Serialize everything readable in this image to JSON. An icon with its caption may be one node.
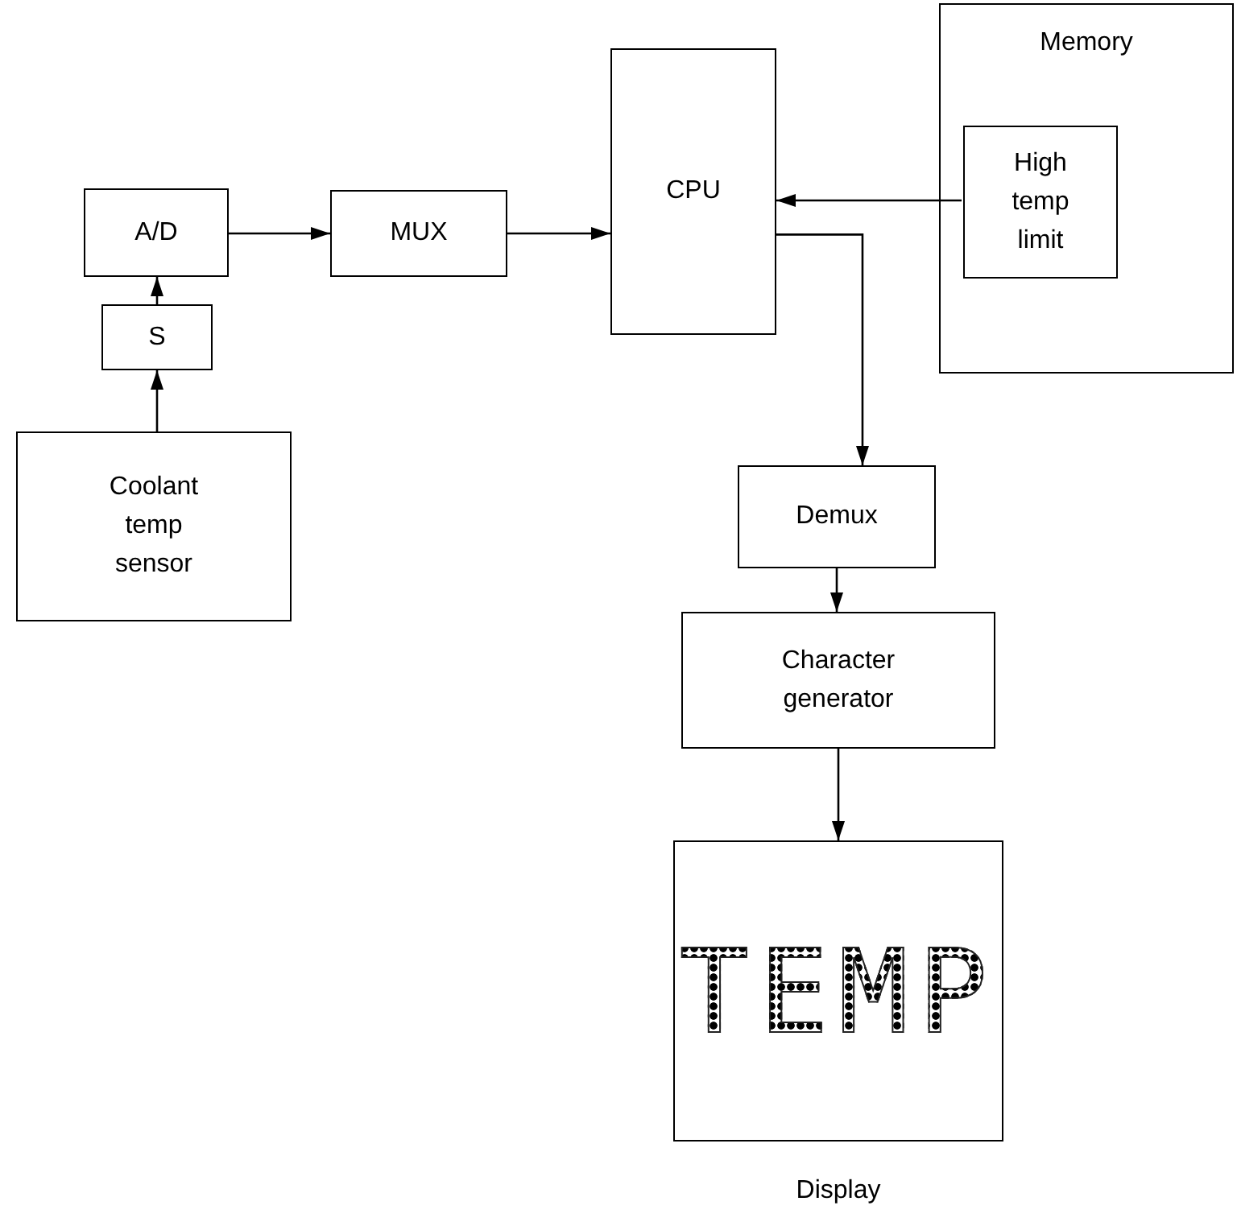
{
  "diagram": {
    "nodes": [
      {
        "text": [
          "A/D"
        ]
      },
      {
        "text": [
          "S"
        ]
      },
      {
        "text": [
          "Coolant temp sensor"
        ]
      },
      {
        "text": [
          "MUX"
        ]
      },
      {
        "text": [
          "CPU"
        ]
      },
      {
        "text": [
          "Memory"
        ]
      },
      {
        "text": [
          "High temp limit"
        ],
        "in": 5
      },
      {
        "text": [
          "Demux"
        ]
      },
      {
        "text": [
          "Character generator"
        ]
      },
      {
        "text": [
          "TEMP"
        ],
        "beside": [
          "Display"
        ]
      }
    ],
    "edges": [
      {
        "from": 2,
        "to": 1,
        "arrow": "to"
      },
      {
        "from": 1,
        "to": 0,
        "arrow": "to"
      },
      {
        "from": 0,
        "to": 3,
        "arrow": "to"
      },
      {
        "from": 3,
        "to": 4,
        "arrow": "to"
      },
      {
        "from": 6,
        "to": 4,
        "arrow": "to"
      },
      {
        "from": 4,
        "to": 7,
        "arrow": "to"
      },
      {
        "from": 7,
        "to": 8,
        "arrow": "to"
      },
      {
        "from": 8,
        "to": 9,
        "arrow": "to"
      }
    ]
  }
}
